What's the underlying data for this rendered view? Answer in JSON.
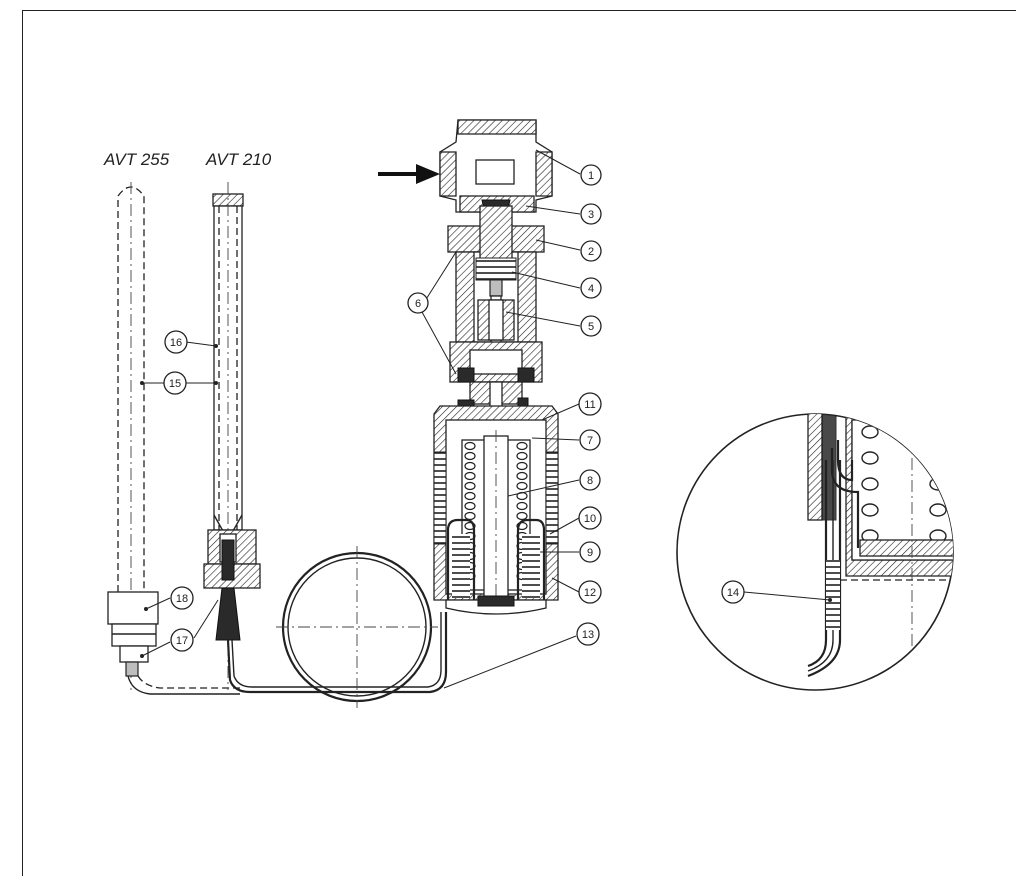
{
  "models": {
    "left": "AVT 255",
    "right": "AVT 210"
  },
  "callouts": [
    {
      "id": "c1",
      "label": "1"
    },
    {
      "id": "c3",
      "label": "3"
    },
    {
      "id": "c2",
      "label": "2"
    },
    {
      "id": "c4",
      "label": "4"
    },
    {
      "id": "c5",
      "label": "5"
    },
    {
      "id": "c6",
      "label": "6"
    },
    {
      "id": "c11",
      "label": "11"
    },
    {
      "id": "c7",
      "label": "7"
    },
    {
      "id": "c8",
      "label": "8"
    },
    {
      "id": "c10",
      "label": "10"
    },
    {
      "id": "c9",
      "label": "9"
    },
    {
      "id": "c12",
      "label": "12"
    },
    {
      "id": "c13",
      "label": "13"
    },
    {
      "id": "c16",
      "label": "16"
    },
    {
      "id": "c15",
      "label": "15"
    },
    {
      "id": "c18",
      "label": "18"
    },
    {
      "id": "c17",
      "label": "17"
    },
    {
      "id": "c14",
      "label": "14"
    }
  ],
  "icons": {
    "flow_arrow": "arrow-right-icon"
  }
}
